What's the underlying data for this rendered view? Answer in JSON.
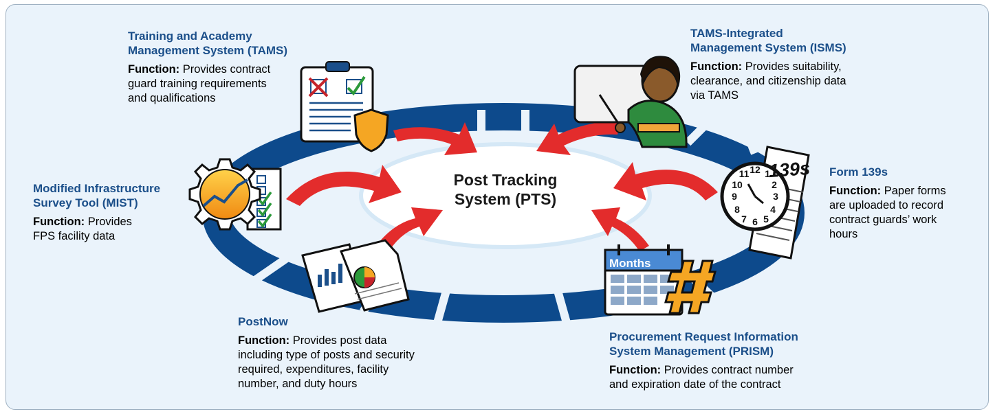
{
  "center": {
    "label": "Post Tracking\nSystem (PTS)"
  },
  "systems": [
    {
      "id": "tams",
      "title": "Training and Academy\nManagement System (TAMS)",
      "function_label": "Function:",
      "function_text": " Provides contract\nguard training requirements\nand qualifications",
      "icon": "clipboard-icon"
    },
    {
      "id": "isms",
      "title": "TAMS-Integrated\nManagement System (ISMS)",
      "function_label": "Function:",
      "function_text": " Provides suitability,\nclearance, and citizenship data\nvia TAMS",
      "icon": "presenter-icon"
    },
    {
      "id": "mist",
      "title": "Modified Infrastructure\nSurvey Tool (MIST)",
      "function_label": "Function:",
      "function_text": " Provides\nFPS facility data",
      "icon": "gear-chart-icon"
    },
    {
      "id": "form139s",
      "title": "Form 139s",
      "function_label": "Function:",
      "function_text": " Paper forms\nare uploaded to record\ncontract guards’ work\nhours",
      "icon": "clock-form-icon"
    },
    {
      "id": "postnow",
      "title": "PostNow",
      "function_label": "Function:",
      "function_text": " Provides post data\nincluding type of posts and security\nrequired, expenditures, facility\nnumber, and duty hours",
      "icon": "reports-icon"
    },
    {
      "id": "prism",
      "title": "Procurement Request Information\nSystem Management (PRISM)",
      "function_label": "Function:",
      "function_text": " Provides contract number\nand expiration date of the contract",
      "icon": "calendar-hash-icon"
    }
  ],
  "icon_text": {
    "calendar_header": "Months",
    "form_number": "139s"
  },
  "colors": {
    "ring": "#0d4a8c",
    "arrow": "#e32c2c",
    "title": "#1b4f8a",
    "panel": "#eaf3fb"
  }
}
